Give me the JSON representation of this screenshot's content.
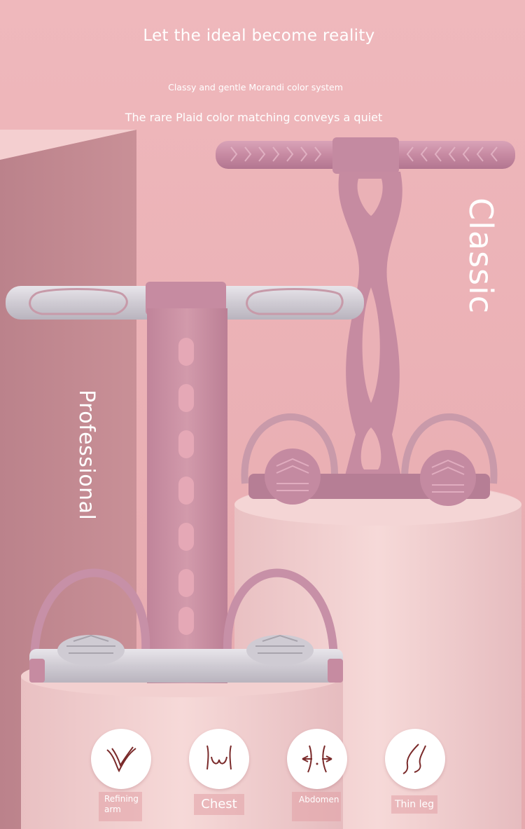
{
  "header": {
    "headline": "Let the ideal become reality",
    "subline1": "Classy and gentle Morandi color system",
    "subline2": "The rare Plaid color matching conveys a quiet"
  },
  "vertical_words": {
    "right": "Classic",
    "left": "Professional"
  },
  "features": [
    {
      "label": "Refining arm",
      "icon": "arm-icon"
    },
    {
      "label": "Chest",
      "icon": "chest-icon"
    },
    {
      "label": "Abdomen",
      "icon": "abdomen-icon"
    },
    {
      "label": "Thin leg",
      "icon": "leg-icon"
    }
  ],
  "colors": {
    "background_pink": "#ecb3b7",
    "mauve_panel": "#c28a93",
    "pedestal": "#f3d2d2",
    "device_pink": "#c98ca0",
    "handle_gray": "#d9d6dc"
  }
}
